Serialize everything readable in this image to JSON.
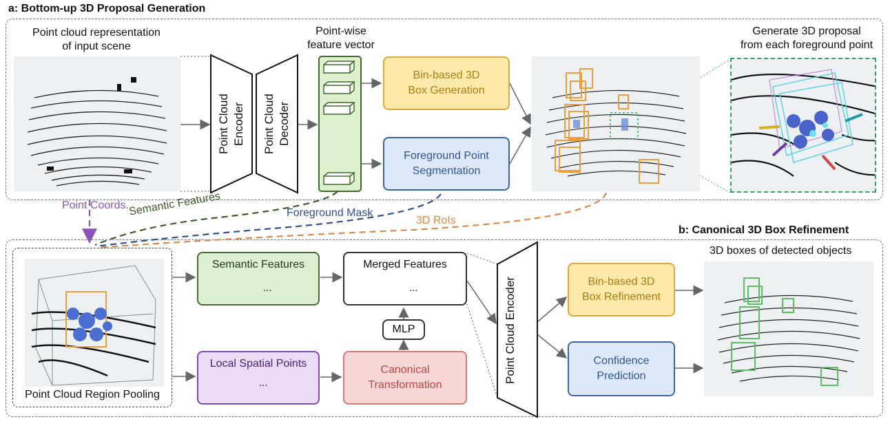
{
  "panel_a": {
    "title": "a: Bottom-up 3D Proposal Generation",
    "point_cloud_label_1": "Point cloud representation",
    "point_cloud_label_2": "of input scene",
    "encoder": "Point Cloud Encoder",
    "decoder": "Point Cloud Decoder",
    "feature_label_1": "Point-wise",
    "feature_label_2": "feature vector",
    "bin_box_1": "Bin-based 3D",
    "bin_box_2": "Box Generation",
    "fg_seg_1": "Foreground Point",
    "fg_seg_2": "Segmentation",
    "proposal_label_1": "Generate 3D proposal",
    "proposal_label_2": "from each foreground point"
  },
  "connectors": {
    "point_coords": "Point Coords.",
    "semantic_features": "Semantic Features",
    "foreground_mask": "Foreground Mask",
    "rois": "3D RoIs"
  },
  "panel_b": {
    "title": "b: Canonical 3D Box Refinement",
    "region_pooling": "Point Cloud Region Pooling",
    "semantic_features": "Semantic Features",
    "merged_features": "Merged Features",
    "local_spatial_points": "Local Spatial Points",
    "canonical_1": "Canonical",
    "canonical_2": "Transformation",
    "mlp": "MLP",
    "encoder": "Point Cloud Encoder",
    "bin_refine_1": "Bin-based 3D",
    "bin_refine_2": "Box Refinement",
    "confidence_1": "Confidence",
    "confidence_2": "Prediction",
    "detected_label": "3D boxes of detected objects",
    "ellipsis": "..."
  },
  "colors": {
    "point_coords": "#8a55b8",
    "semantic": "#3d5a2a",
    "mask": "#2f4f8f",
    "rois": "#d98a4a",
    "proposal_box": "#f29c3a",
    "detected_box": "#5cc062"
  }
}
